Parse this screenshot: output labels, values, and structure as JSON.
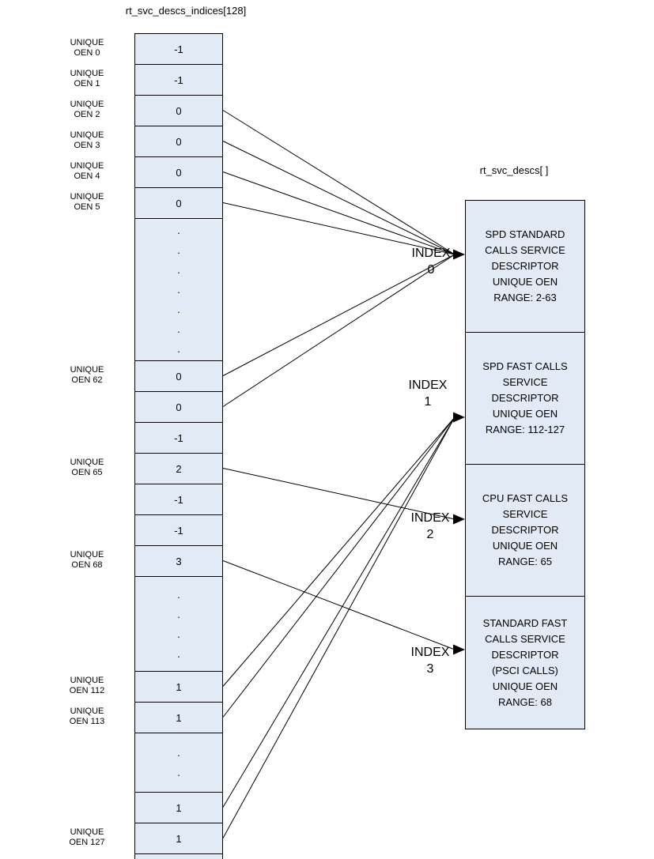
{
  "colors": {
    "cell_fill": "#e2eaf5",
    "border": "#000000",
    "text": "#000000",
    "background": "#ffffff"
  },
  "left_array": {
    "title": "rt_svc_descs_indices[128]",
    "cells": [
      {
        "label": "UNIQUE\nOEN 0",
        "value": "-1"
      },
      {
        "label": "UNIQUE\nOEN 1",
        "value": "-1"
      },
      {
        "label": "UNIQUE\nOEN 2",
        "value": "0"
      },
      {
        "label": "UNIQUE\nOEN 3",
        "value": "0"
      },
      {
        "label": "UNIQUE\nOEN 4",
        "value": "0"
      },
      {
        "label": "UNIQUE\nOEN 5",
        "value": "0"
      },
      {
        "label": "",
        "value": ".\n.\n.\n.\n.\n.\n."
      },
      {
        "label": "UNIQUE\nOEN 62",
        "value": "0"
      },
      {
        "label": "",
        "value": "0"
      },
      {
        "label": "",
        "value": "-1"
      },
      {
        "label": "UNIQUE\nOEN 65",
        "value": "2"
      },
      {
        "label": "",
        "value": "-1"
      },
      {
        "label": "",
        "value": "-1"
      },
      {
        "label": "UNIQUE\nOEN 68",
        "value": "3"
      },
      {
        "label": "",
        "value": ".\n.\n.\n."
      },
      {
        "label": "UNIQUE\nOEN 112",
        "value": "1"
      },
      {
        "label": "UNIQUE\nOEN 113",
        "value": "1"
      },
      {
        "label": "",
        "value": ".\n."
      },
      {
        "label": "",
        "value": "1"
      },
      {
        "label": "UNIQUE\nOEN 127",
        "value": "1"
      }
    ]
  },
  "right_array": {
    "title": "rt_svc_descs[ ]",
    "boxes": [
      {
        "index_label": "INDEX\n0",
        "text": "SPD STANDARD\nCALLS SERVICE\nDESCRIPTOR\nUNIQUE OEN\nRANGE: 2-63"
      },
      {
        "index_label": "INDEX\n1",
        "text": "SPD FAST CALLS\nSERVICE\nDESCRIPTOR\nUNIQUE OEN\nRANGE: 112-127"
      },
      {
        "index_label": "INDEX\n2",
        "text": "CPU FAST CALLS\nSERVICE\nDESCRIPTOR\nUNIQUE OEN\nRANGE: 65"
      },
      {
        "index_label": "INDEX\n3",
        "text": "STANDARD FAST\nCALLS SERVICE\nDESCRIPTOR\n(PSCI CALLS)\nUNIQUE OEN\nRANGE: 68"
      }
    ]
  },
  "connections": [
    {
      "from_oens": [
        2,
        3,
        4,
        5,
        62,
        63
      ],
      "value": 0,
      "to": "INDEX 0"
    },
    {
      "from_oens": [
        112,
        113,
        126,
        127
      ],
      "value": 1,
      "to": "INDEX 1"
    },
    {
      "from_oens": [
        65
      ],
      "value": 2,
      "to": "INDEX 2"
    },
    {
      "from_oens": [
        68
      ],
      "value": 3,
      "to": "INDEX 3"
    }
  ]
}
